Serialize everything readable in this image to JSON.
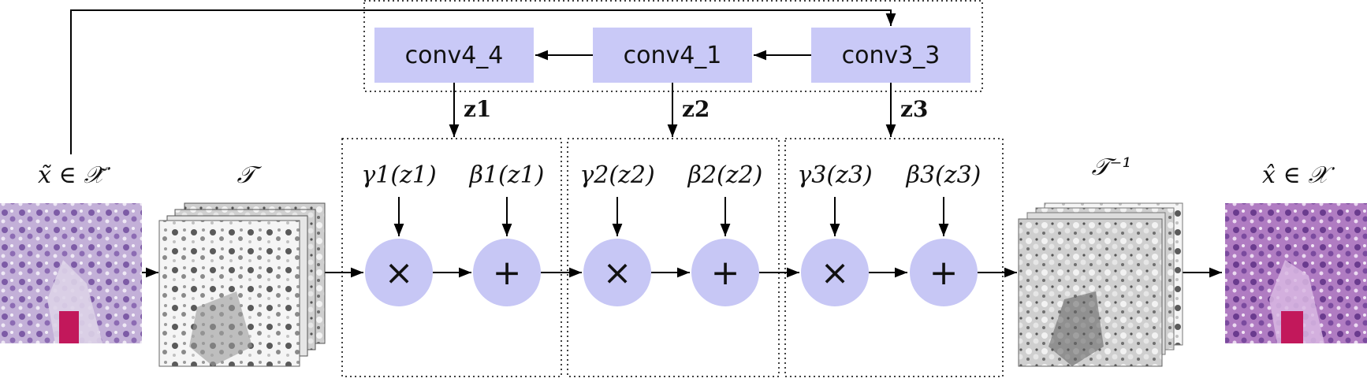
{
  "colors": {
    "box_fill": "#c9c9f7",
    "circle_fill": "#c7c7f5",
    "line": "#000000",
    "he_tissue_light": "#b8a3cf",
    "he_tissue_dark": "#a46fb8",
    "blood": "#c2185b"
  },
  "conv_layers": [
    {
      "label": "conv4_4"
    },
    {
      "label": "conv4_1"
    },
    {
      "label": "conv3_3"
    }
  ],
  "z_labels": [
    "z1",
    "z2",
    "z3"
  ],
  "stages": [
    {
      "gamma": "γ1(z1)",
      "beta": "β1(z1)",
      "mul": "×",
      "add": "+"
    },
    {
      "gamma": "γ2(z2)",
      "beta": "β2(z2)",
      "mul": "×",
      "add": "+"
    },
    {
      "gamma": "γ3(z3)",
      "beta": "β3(z3)",
      "mul": "×",
      "add": "+"
    }
  ],
  "input": {
    "label": "x̃ ∈ 𝒳̃",
    "image": "he-input-tile"
  },
  "transform": {
    "label": "𝒯",
    "image": "grayscale-stack"
  },
  "inverse_transform": {
    "label": "𝒯⁻¹",
    "image": "grayscale-stack-normalized"
  },
  "output": {
    "label": "x̂ ∈ 𝒳",
    "image": "he-output-tile"
  }
}
